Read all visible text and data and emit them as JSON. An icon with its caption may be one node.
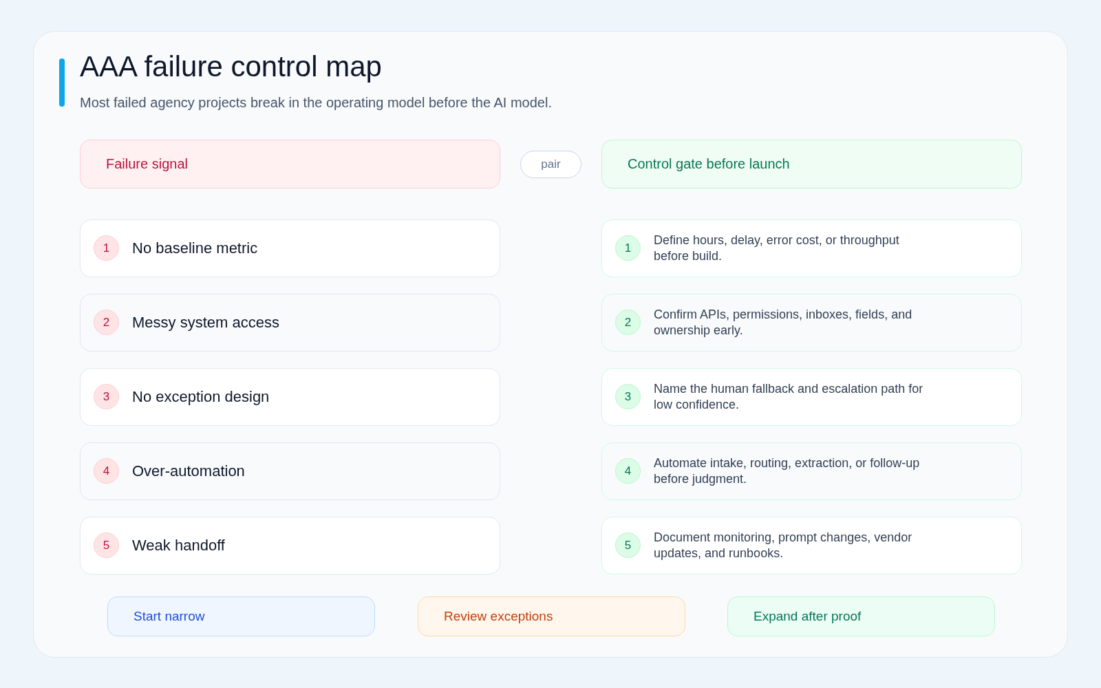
{
  "diagram": {
    "title": "AAA failure control map",
    "nodes": [
      {
        "text": [
          "Failure signal"
        ]
      },
      {
        "text": [
          "pair"
        ]
      },
      {
        "text": [
          "Control gate before launch"
        ]
      },
      {
        "text": [
          "No baseline metric"
        ]
      },
      {
        "text": [
          "1"
        ],
        "in": 3
      },
      {
        "text": [
          "Define hours, delay, error cost, or throughput before build."
        ]
      },
      {
        "text": [
          "1"
        ],
        "in": 5
      },
      {
        "text": [
          "Messy system access"
        ]
      },
      {
        "text": [
          "2"
        ],
        "in": 7
      },
      {
        "text": [
          "Confirm APIs, permissions, inboxes, fields, and ownership early."
        ]
      },
      {
        "text": [
          "2"
        ],
        "in": 9
      },
      {
        "text": [
          "No exception design"
        ]
      },
      {
        "text": [
          "3"
        ],
        "in": 11
      },
      {
        "text": [
          "Name the human fallback and escalation path for low confidence."
        ]
      },
      {
        "text": [
          "3"
        ],
        "in": 13
      },
      {
        "text": [
          "Over-automation"
        ]
      },
      {
        "text": [
          "4"
        ],
        "in": 15
      },
      {
        "text": [
          "Automate intake, routing, extraction, or follow-up before judgment."
        ]
      },
      {
        "text": [
          "4"
        ],
        "in": 17
      },
      {
        "text": [
          "Weak handoff"
        ]
      },
      {
        "text": [
          "5"
        ],
        "in": 19
      },
      {
        "text": [
          "Document monitoring, prompt changes, vendor updates, and runbooks."
        ]
      },
      {
        "text": [
          "5"
        ],
        "in": 21
      },
      {
        "text": [
          "Start narrow"
        ]
      },
      {
        "text": [
          "Review exceptions"
        ]
      },
      {
        "text": [
          "Expand after proof"
        ]
      }
    ],
    "labels": [
      "Most failed agency projects break in the operating model before the AI model."
    ]
  }
}
